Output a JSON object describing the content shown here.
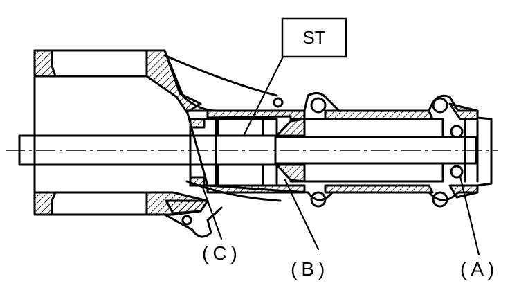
{
  "diagram": {
    "tool_label": "ST",
    "callouts": {
      "c": "(C)",
      "b": "(B)",
      "a": "(A)"
    }
  }
}
